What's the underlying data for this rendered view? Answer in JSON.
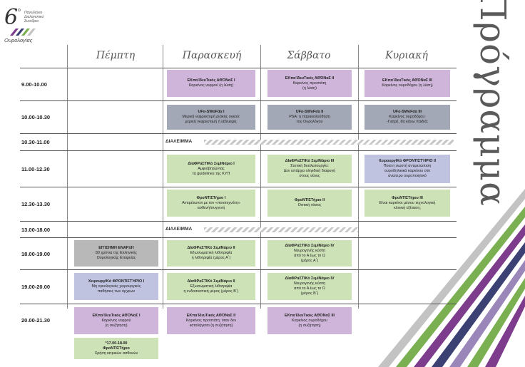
{
  "logo": {
    "number": "6",
    "superscript": "ο",
    "line1": "Πανελλήνιο",
    "line2": "Διαλογιστικό",
    "line3": "Συνέδριο",
    "subtitle": "Ουρολογίας"
  },
  "page_title": "Πρόγραμμα",
  "days": [
    "Πέμπτη",
    "Παρασκευή",
    "Σάββατο",
    "Κυριακή"
  ],
  "times": [
    "9.00-10.00",
    "10.00-10.30",
    "10.30-11.00",
    "11.00-12.30",
    "12.30-13.30",
    "13.00-18.00",
    "18.00-19.00",
    "19.00-20.00",
    "20.00-21.30"
  ],
  "breaks": [
    "ΔΙΑΛΕΙΜΜΑ",
    "ΔΙΑΛΕΙΜΜΑ"
  ],
  "sessions": {
    "fri_900": {
      "title": "ΕΚπαΊδευΤικός ΑΘΌΝαΣ I",
      "desc": "Καρκίνος νεφρού (η λύση)"
    },
    "sat_900": {
      "title": "ΕΚπαΊδευΤικός ΑΘΌΝαΣ II",
      "desc": "Καρκίνος προστάτη\n(η λύση)"
    },
    "sun_900": {
      "title": "ΕΚπαΊδευΤικός ΑΘΌΝαΣ III",
      "desc": "Καρκίνος ουροδόχου (η λύση)"
    },
    "fri_1000": {
      "title": "UFo-SWoFdα I",
      "desc": "Μερική νεφρεκτομή ριζικής ογκού:\nμερική νεφρεκτομή ή εξάλειψη;"
    },
    "sat_1000": {
      "title": "UFo-SWoFdα II",
      "desc": "PSA: η παρακολούθηση\nτου Ουρολόγου"
    },
    "sun_1000": {
      "title": "UFo-SWoFdα III",
      "desc": "Καρκίνος ουροδόχου:\n-Γιατρέ, θα κάνω παιδιά;"
    },
    "fri_1100": {
      "title": "ΔΙαΦΡαΣΤΙΚό ΣεμΙΝάριο I",
      "desc": "Αμφισβητώντας\nτα guidelines της ΚΥΠ"
    },
    "sat_1100": {
      "title": "ΔΙαΦΡαΣΤΙΚό ΣεμΙΝάριο III",
      "desc": "Στυτική δυσλειτουργία:\nΔεν υπάρχει ολιγιδική διαφυγή\nστους νέους"
    },
    "sun_1100": {
      "title": "ΧειρουργΙΚό ΦΡΟΝΤΙΣΤΉΡΙΟ II",
      "desc": "Ποια η σωστή αντιμετώπιση\nουροδηλικικά καρκίνου στο\nανώτερο ουροποιητικό"
    },
    "fri_1230": {
      "title": "ΦροΝΤΙΣΤήριο I",
      "desc": "Αντιμέτωποι με τον «ποιοτεχνάτη»\nασθενή/συγγενή"
    },
    "sat_1230": {
      "title": "ΦροΝΤΙΣΤήριο II",
      "desc": "Οστική νόσος"
    },
    "sun_1230": {
      "title": "ΦροΝΤΙΣΤήριο III",
      "desc": "Είναι καρκίνοι μέσου τεχνολογική\nκλινική εξέταση;"
    },
    "thu_1800": {
      "title": "ΕΠΊΣΗΜΗ ΕΝΑΡΞΗ",
      "desc": "80 χρόνια της Ελληνικής\nΟυρολογικής Εταιρείας"
    },
    "fri_1800": {
      "title": "ΔΙαΦΡαΣΤΙΚό ΣεμΙΝάριο II",
      "desc": "Εξωσωματική λιθοτριψία\nη λιθοτριψία (μέρος Α΄)"
    },
    "sat_1800": {
      "title": "ΔΙαΦΡαΣΤΙΚό ΣεμΙΝάριο IV",
      "desc": "Νευρογενής κύστη\nαπό το Α έως το Ω\n(μέρος Α΄)"
    },
    "thu_1900": {
      "title": "ΧειρουργΙΚό ΦΡΟΝΤΙΣΤΉΡΙΟ I",
      "desc": "Μη ογκολογικές χειρουργικές\nπαθήσεις των όρχεων"
    },
    "fri_1900": {
      "title": "ΔΙαΦΡαΣΤΙΚό ΣεμΙΝάριο II",
      "desc": "Εξωσωματική λιθοτριψία\nη ενδοσκοπική μέρος (μέρος Β΄)"
    },
    "sat_1900": {
      "title": "ΔΙαΦΡαΣΤΙΚό ΣεμΙΝάριο IV",
      "desc": "Νευρογενής κύστη\nαπό το Α έως το Ω\n(μέρος Β΄)"
    },
    "thu_2000": {
      "title": "ΕΚπαΊδευΤικός ΑΘΌΝαΣ I",
      "desc": "Καρκίνος νεφρού\n(η συζήτηση)"
    },
    "fri_2000": {
      "title": "ΕΚπαΊδευΤικός ΑΘΌΝαΣ II",
      "desc": "Καρκίνος προστάτη: όταν δεν\nκαταλήγεται (η συζήτηση)"
    },
    "sat_2000": {
      "title": "ΕΚπαΊδευΤικός ΑΘΌΝαΣ III",
      "desc": "Καρκίνος ουροδόχου\n(η συζήτηση)"
    },
    "thu_1700": {
      "title": "*17.00-18.00\nΦροΝΤΙΣΤήριο",
      "desc": "Χρήση ιατρικών ασθενών"
    }
  },
  "colors": {
    "purple": "#cfb5da",
    "grey": "#a3a8b6",
    "green": "#cde2b7",
    "lavender": "#bfc3e0",
    "darkgrey": "#b8b8b8",
    "stripe_purple": "#7d3c8c",
    "stripe_navy": "#3b4173",
    "stripe_green": "#7bb052",
    "stripe_grey": "#c3c3c3"
  }
}
